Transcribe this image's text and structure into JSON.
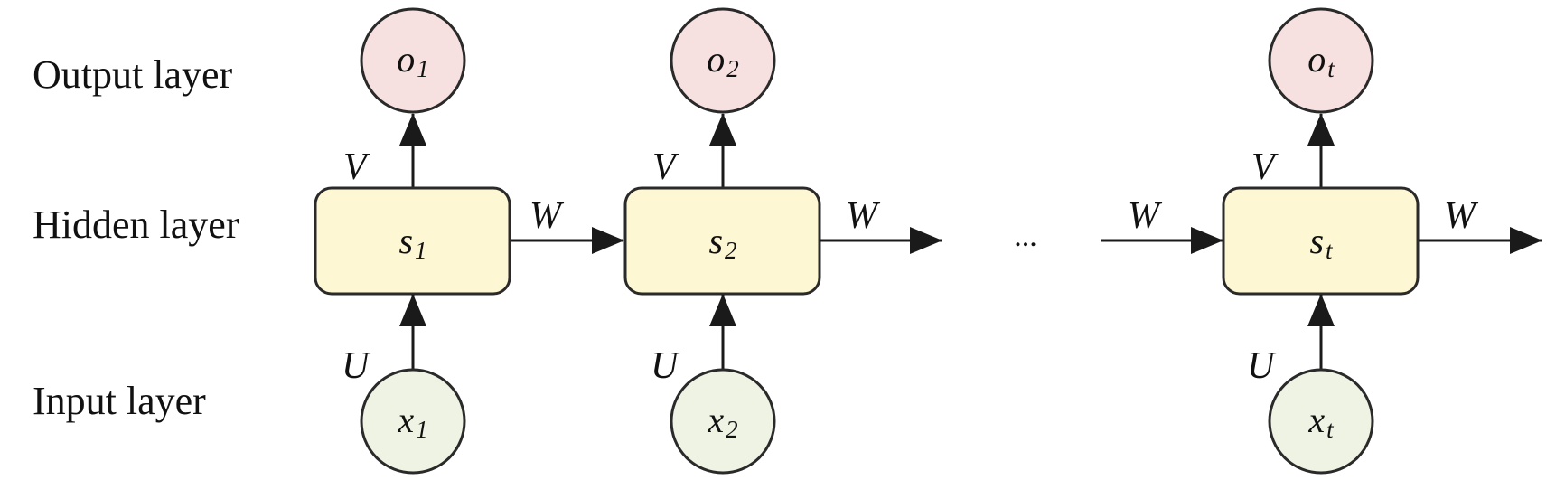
{
  "layers": {
    "output": "Output layer",
    "hidden": "Hidden layer",
    "input": "Input layer"
  },
  "colors": {
    "output_fill": "#f7e1e0",
    "hidden_fill": "#fdf7d4",
    "input_fill": "#eef3e4",
    "stroke": "#2a2a2a"
  },
  "weights": {
    "input": "U",
    "output": "V",
    "recurrent": "W"
  },
  "ellipsis": "...",
  "steps": [
    {
      "output": {
        "var": "o",
        "sub": "1"
      },
      "hidden": {
        "var": "s",
        "sub": "1"
      },
      "input": {
        "var": "x",
        "sub": "1"
      }
    },
    {
      "output": {
        "var": "o",
        "sub": "2"
      },
      "hidden": {
        "var": "s",
        "sub": "2"
      },
      "input": {
        "var": "x",
        "sub": "2"
      }
    },
    {
      "output": {
        "var": "o",
        "sub": "t"
      },
      "hidden": {
        "var": "s",
        "sub": "t"
      },
      "input": {
        "var": "x",
        "sub": "t"
      }
    }
  ]
}
